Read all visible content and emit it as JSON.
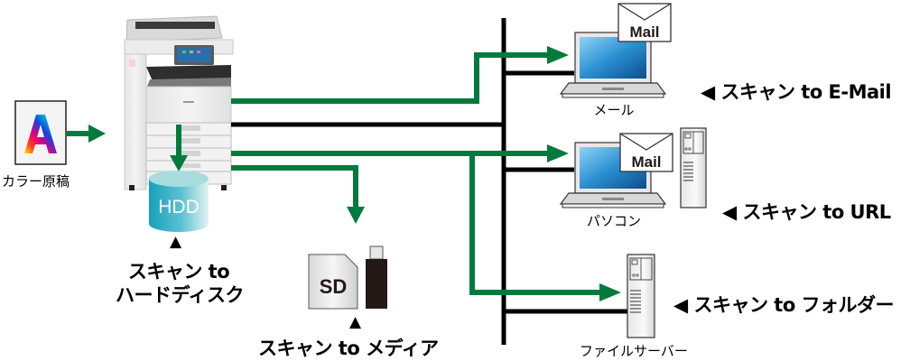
{
  "diagram": {
    "title": "Scan functions overview",
    "colors": {
      "flow_arrow": "#007a3d",
      "network_line": "#000000",
      "hdd_top": "#a8dcde",
      "hdd_body_left": "#1aa6c0",
      "hdd_body_right": "#d6eeee",
      "screen_blue": "#1e7ec4",
      "screen_light": "#7cc6ef"
    },
    "source": {
      "document_label": "カラー原稿",
      "document_glyph": "A"
    },
    "devices": {
      "hdd_label": "HDD",
      "sd_label": "SD",
      "mail_icon_label_1": "Mail",
      "mail_icon_label_2": "Mail"
    },
    "destinations": [
      {
        "id": "email",
        "device_label": "メール",
        "function_label": "スキャン to E-Mail"
      },
      {
        "id": "url",
        "device_label": "パソコン",
        "function_label": "スキャン to URL"
      },
      {
        "id": "folder",
        "device_label": "ファイルサーバー",
        "function_label": "スキャン to フォルダー"
      }
    ],
    "local_functions": {
      "harddisk_line1": "スキャン to",
      "harddisk_line2": "ハードディスク",
      "media": "スキャン to メディア"
    },
    "pointer_glyph_up": "▲",
    "pointer_glyph_left": "◀"
  }
}
